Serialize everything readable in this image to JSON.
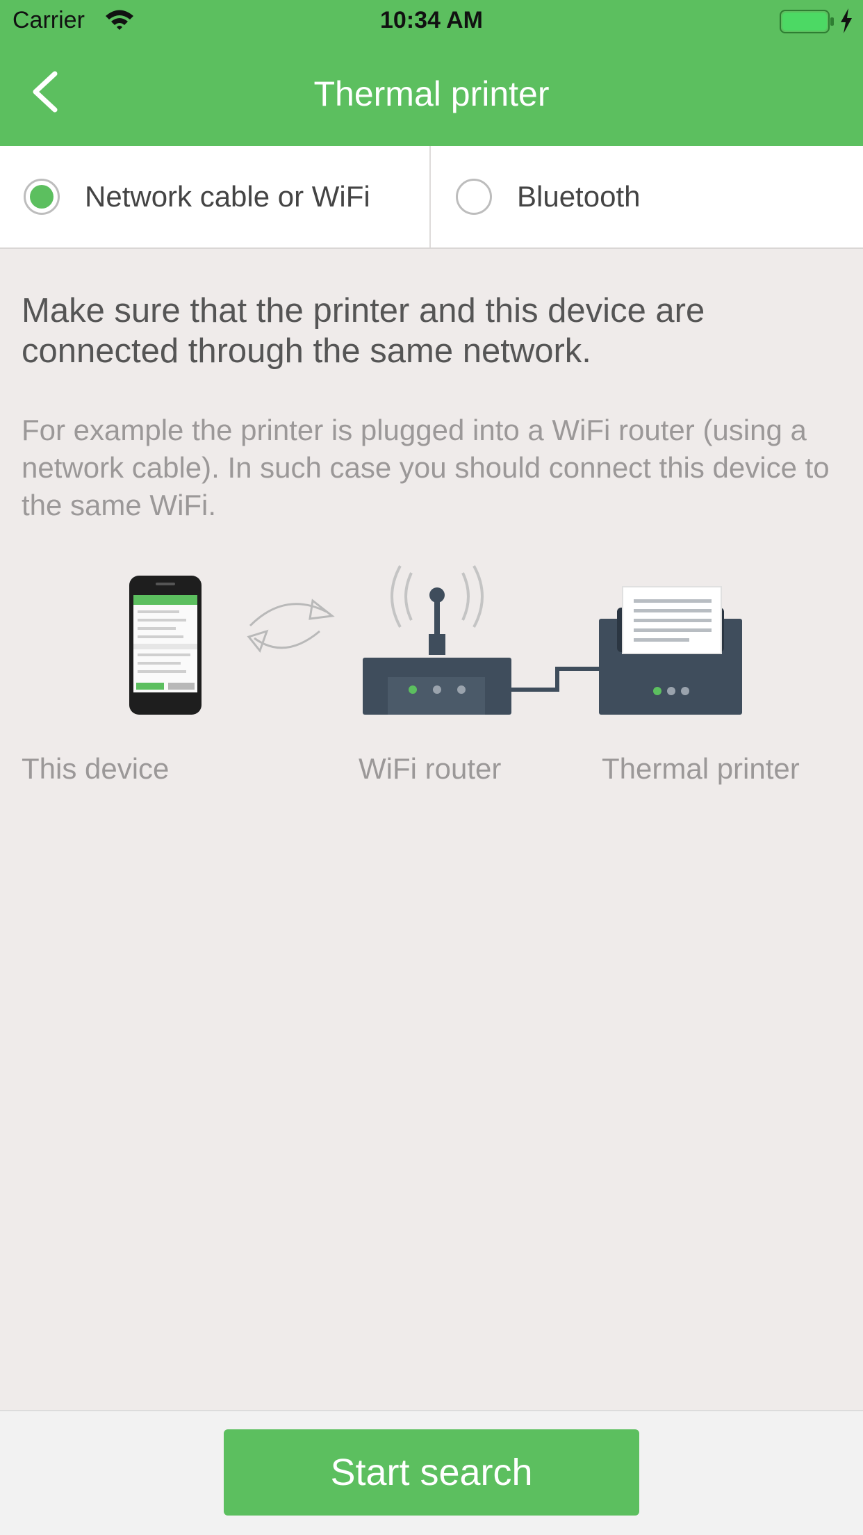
{
  "status_bar": {
    "carrier": "Carrier",
    "time": "10:34 AM"
  },
  "nav": {
    "title": "Thermal printer",
    "back_icon": "chevron-left-icon"
  },
  "segments": [
    {
      "label": "Network cable or WiFi",
      "selected": true
    },
    {
      "label": "Bluetooth",
      "selected": false
    }
  ],
  "content": {
    "headline": "Make sure that the printer and this device are connected through the same network.",
    "description": "For example the printer is plugged into a WiFi router (using a network cable). In such case you should connect this device to the same WiFi."
  },
  "illustration": {
    "captions": {
      "device": "This device",
      "router": "WiFi router",
      "printer": "Thermal printer"
    }
  },
  "footer": {
    "start_label": "Start search"
  },
  "colors": {
    "accent": "#5cbf5f",
    "background": "#efebea",
    "device_dark": "#3f4d5c"
  }
}
